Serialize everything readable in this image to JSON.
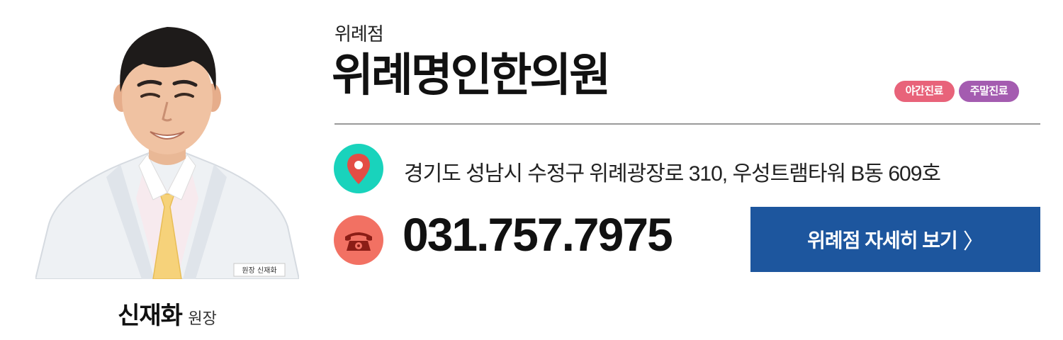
{
  "doctor": {
    "name": "신재화",
    "title": "원장",
    "badge": "원장\n신재화"
  },
  "branch": {
    "subtitle": "위례점",
    "name": "위례명인한의원"
  },
  "badges": {
    "night": "야간진료",
    "weekend": "주말진료"
  },
  "address": {
    "icon": "location-pin-icon",
    "text": "경기도 성남시 수정구 위례광장로 310, 우성트램타워 B동 609호"
  },
  "phone": {
    "icon": "telephone-icon",
    "number": "031.757.7975"
  },
  "cta": {
    "label": "위례점 자세히 보기",
    "chevron": "〉"
  },
  "colors": {
    "location_icon_bg": "#19d3bc",
    "phone_icon_bg": "#f27163",
    "night_badge": "#e8637a",
    "weekend_badge": "#a45cb0",
    "cta_bg": "#1d569e",
    "divider": "#9a9a9a"
  }
}
